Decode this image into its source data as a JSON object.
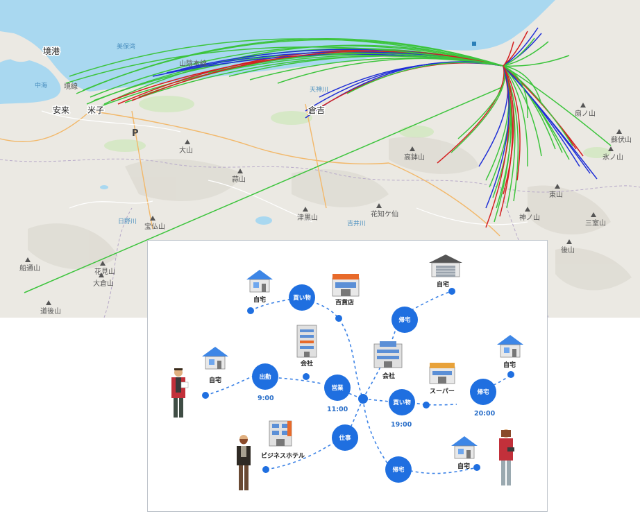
{
  "map": {
    "cities": [
      {
        "id": "sakaiminato",
        "label": "境港"
      },
      {
        "id": "yasugi",
        "label": "安来"
      },
      {
        "id": "yonago",
        "label": "米子"
      },
      {
        "id": "kurayoshi",
        "label": "倉吉"
      }
    ],
    "water_labels": [
      {
        "id": "mihowan",
        "label": "美保湾"
      },
      {
        "id": "nakaumi",
        "label": "中海"
      },
      {
        "id": "tenjin",
        "label": "天神川"
      },
      {
        "id": "hino",
        "label": "日野川"
      },
      {
        "id": "asahi",
        "label": "吉井川"
      }
    ],
    "road_labels": [
      {
        "id": "sanin",
        "label": "山陰本線"
      },
      {
        "id": "sakaisen",
        "label": "境線"
      }
    ],
    "mountains": [
      {
        "id": "daisen",
        "label": "大山"
      },
      {
        "id": "hirugen",
        "label": "蒜山"
      },
      {
        "id": "kohachi",
        "label": "高鉢山"
      },
      {
        "id": "tsuguro",
        "label": "津黒山"
      },
      {
        "id": "hanachigasen",
        "label": "花知ケ仙"
      },
      {
        "id": "hobutsu",
        "label": "宝仏山"
      },
      {
        "id": "hanami",
        "label": "花見山"
      },
      {
        "id": "ookura",
        "label": "大倉山"
      },
      {
        "id": "funadori",
        "label": "船通山"
      },
      {
        "id": "dogo",
        "label": "道後山"
      },
      {
        "id": "ougi",
        "label": "扇ノ山"
      },
      {
        "id": "hyono",
        "label": "氷ノ山"
      },
      {
        "id": "sotsu",
        "label": "蘇伏山"
      },
      {
        "id": "higashi",
        "label": "東山"
      },
      {
        "id": "kami",
        "label": "神ノ山"
      },
      {
        "id": "mimuro",
        "label": "三室山"
      },
      {
        "id": "go",
        "label": "後山"
      }
    ],
    "parking_label": "P",
    "colors": {
      "sea": "#a9d8f0",
      "land": "#eceae4",
      "green": "#3cc43c",
      "blue": "#1f2fd6",
      "red": "#d42020"
    }
  },
  "diagram": {
    "nodes": [
      {
        "id": "shopping1",
        "label": "買い物"
      },
      {
        "id": "return1",
        "label": "帰宅"
      },
      {
        "id": "commute",
        "label": "出勤"
      },
      {
        "id": "sales",
        "label": "営業"
      },
      {
        "id": "shopping2",
        "label": "買い物"
      },
      {
        "id": "return2",
        "label": "帰宅"
      },
      {
        "id": "work",
        "label": "仕事"
      },
      {
        "id": "return3",
        "label": "帰宅"
      }
    ],
    "buildings": [
      {
        "id": "home1",
        "label": "自宅"
      },
      {
        "id": "dept",
        "label": "百貨店"
      },
      {
        "id": "home2",
        "label": "自宅"
      },
      {
        "id": "office1",
        "label": "会社"
      },
      {
        "id": "office2",
        "label": "会社"
      },
      {
        "id": "home3",
        "label": "自宅"
      },
      {
        "id": "super",
        "label": "スーパー"
      },
      {
        "id": "home4",
        "label": "自宅"
      },
      {
        "id": "hotel",
        "label": "ビジネスホテル"
      },
      {
        "id": "home5",
        "label": "自宅"
      }
    ],
    "times": [
      {
        "id": "t900",
        "label": "9:00"
      },
      {
        "id": "t1100",
        "label": "11:00"
      },
      {
        "id": "t1900",
        "label": "19:00"
      },
      {
        "id": "t2000",
        "label": "20:00"
      }
    ],
    "colors": {
      "node": "#1f6fe0",
      "line": "#3b82e6",
      "text": "#2a6fc9"
    }
  }
}
